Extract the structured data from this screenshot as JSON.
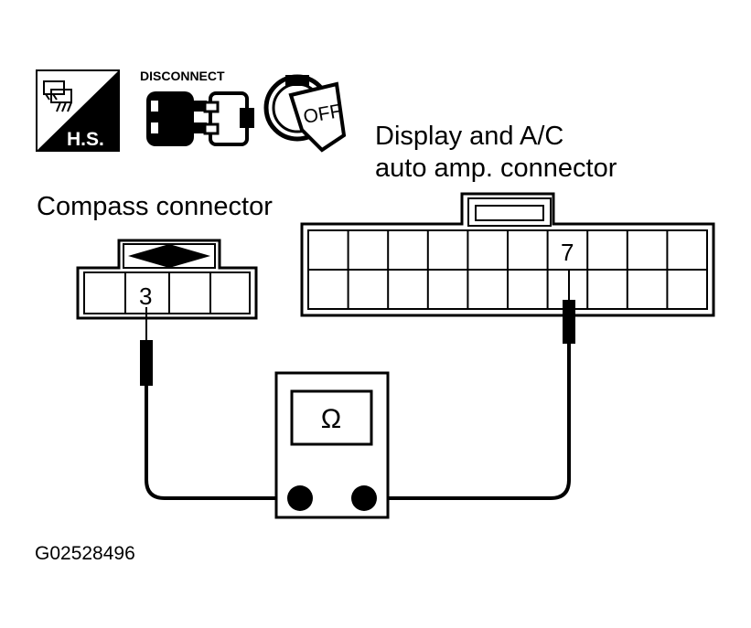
{
  "icons": {
    "harness_label": "H.S.",
    "disconnect_label": "DISCONNECT",
    "switch_label": "OFF"
  },
  "labels": {
    "display_connector_line1": "Display and A/C",
    "display_connector_line2": "auto amp. connector",
    "compass_connector": "Compass connector",
    "figure_code": "G02528496"
  },
  "pins": {
    "compass_pin": "3",
    "display_pin": "7"
  },
  "meter": {
    "symbol": "Ω"
  }
}
